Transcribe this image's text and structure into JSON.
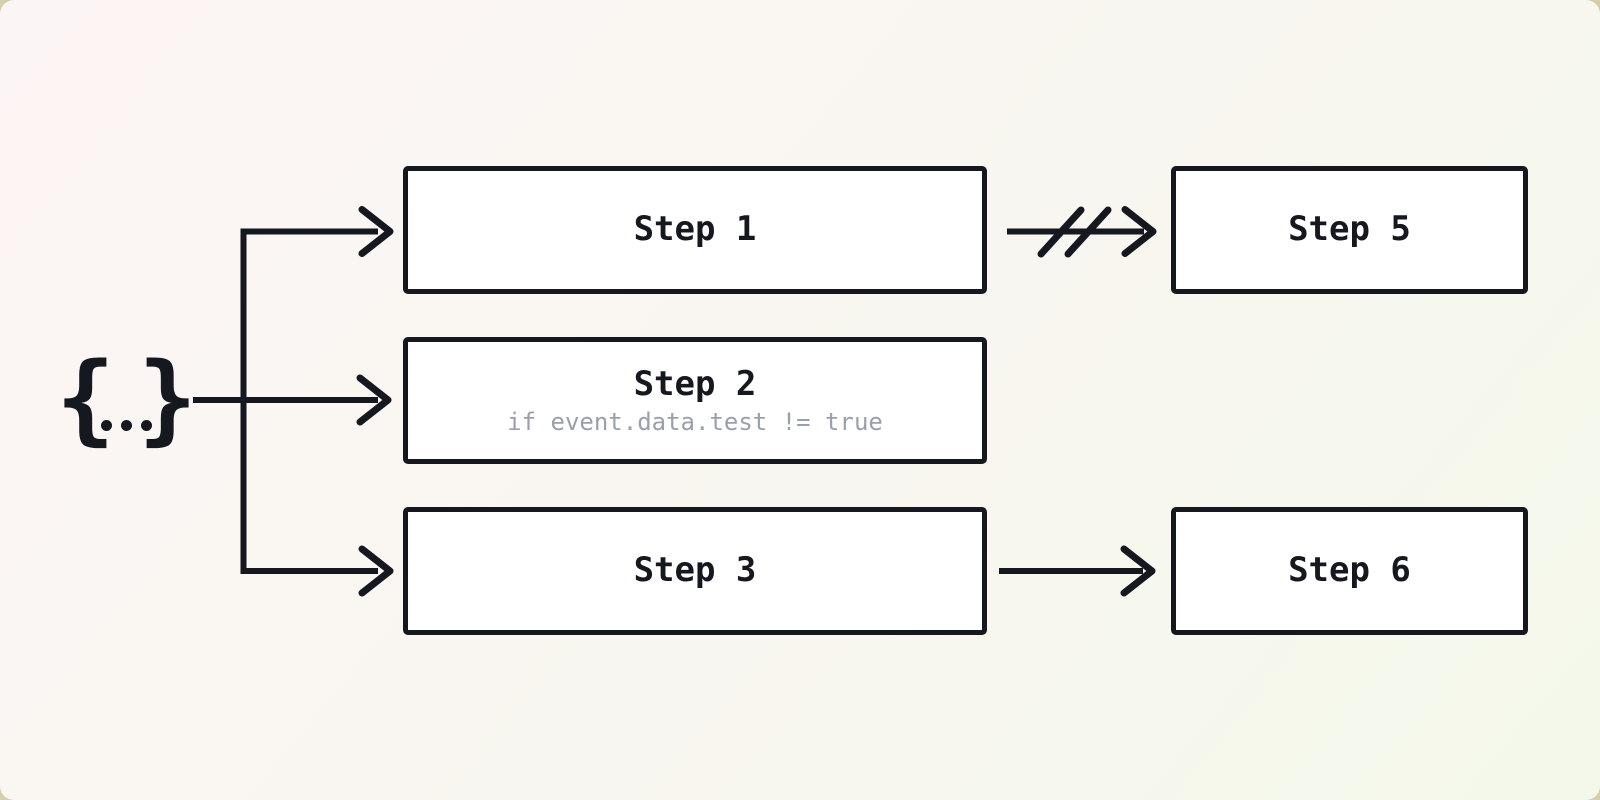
{
  "diagram": {
    "type": "workflow-steps-flowchart",
    "trigger": {
      "brace_left": "{",
      "brace_right": "}",
      "dots": 3
    },
    "steps": [
      {
        "id": "step1",
        "label": "Step 1",
        "condition": ""
      },
      {
        "id": "step2",
        "label": "Step 2",
        "condition": "if event.data.test != true"
      },
      {
        "id": "step3",
        "label": "Step 3",
        "condition": ""
      },
      {
        "id": "step5",
        "label": "Step 5",
        "condition": ""
      },
      {
        "id": "step6",
        "label": "Step 6",
        "condition": ""
      }
    ],
    "connections": [
      {
        "from": "trigger",
        "to": "step1",
        "style": "arrow"
      },
      {
        "from": "trigger",
        "to": "step2",
        "style": "arrow"
      },
      {
        "from": "trigger",
        "to": "step3",
        "style": "arrow"
      },
      {
        "from": "step1",
        "to": "step5",
        "style": "arrow-cancelled"
      },
      {
        "from": "step3",
        "to": "step6",
        "style": "arrow"
      }
    ],
    "colors": {
      "stroke": "#161820",
      "box_background": "#ffffff",
      "condition_text": "#9aa0ab",
      "background_top_left": "#fcf5f5",
      "background_bottom_right": "#f4f8ea",
      "page_behind_card": "#d5cfae"
    }
  }
}
